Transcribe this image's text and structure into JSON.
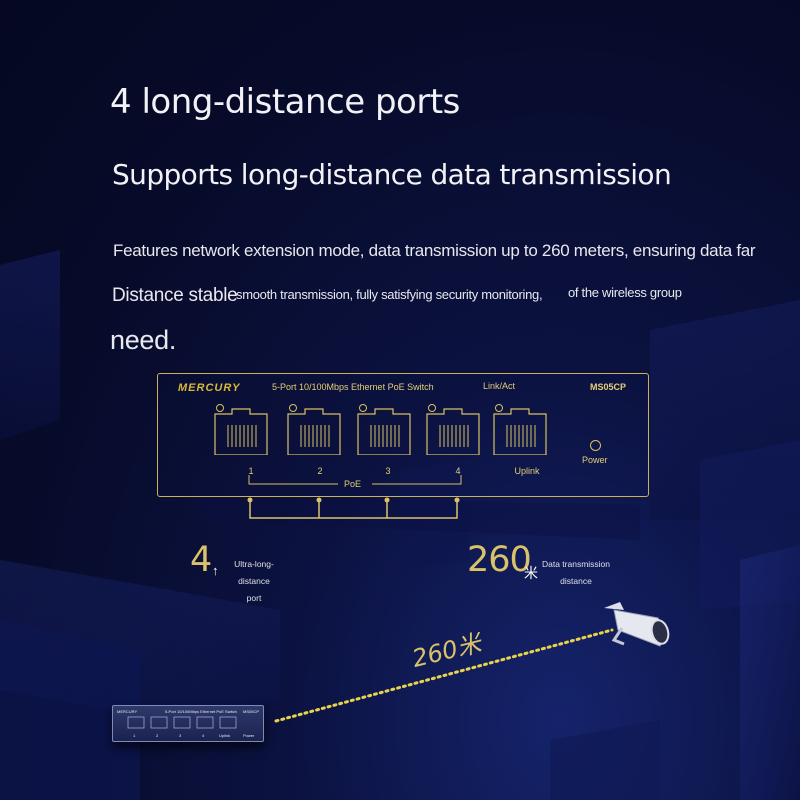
{
  "heading": "4 long-distance ports",
  "subheading": "Supports long-distance data transmission",
  "description": {
    "line1": "Features network extension mode, data transmission up to 260 meters, ensuring data far",
    "line2_a": "Distance stable",
    "line2_b": "smooth transmission, fully satisfying security monitoring,",
    "line2_c": "of the wireless group",
    "line3": "need."
  },
  "switch": {
    "brand": "MERCURY",
    "description": "5-Port 10/100Mbps Ethernet PoE Switch",
    "link_act": "Link/Act",
    "model": "MS05CP",
    "ports": [
      "1",
      "2",
      "3",
      "4",
      "Uplink"
    ],
    "power_label": "Power",
    "poe_label": "PoE"
  },
  "stats": [
    {
      "value": "4",
      "unit_mark": "↑",
      "label_line1": "Ultra-long-distance",
      "label_line2": "port"
    },
    {
      "value": "260",
      "unit_mark": "米",
      "label_line1": "Data transmission",
      "label_line2": "distance"
    }
  ],
  "distance_label": "260米",
  "colors": {
    "accent_gold": "#d9c26a",
    "background": "#070b2a"
  },
  "icons": [
    "rj45-port-icon",
    "power-led-icon",
    "security-camera-icon",
    "network-switch-icon"
  ]
}
